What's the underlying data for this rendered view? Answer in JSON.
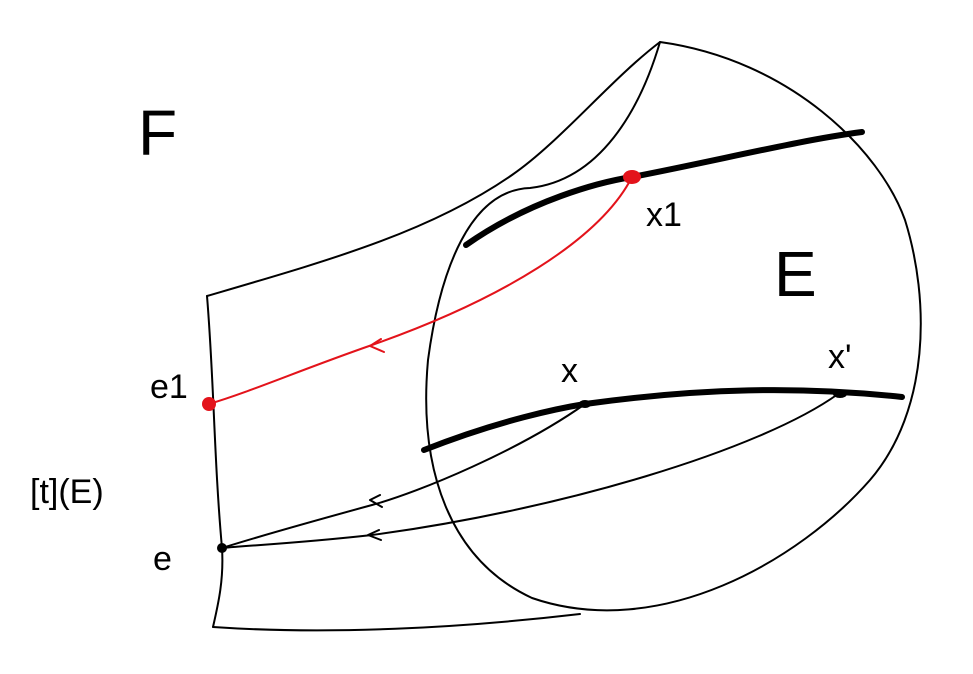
{
  "labels": {
    "F": "F",
    "E": "E",
    "x1": "x1",
    "x": "x",
    "x_prime": "x'",
    "e1": "e1",
    "e": "e",
    "fiber": "[t](E)"
  },
  "colors": {
    "ink": "#000000",
    "highlight": "#e3131b"
  }
}
